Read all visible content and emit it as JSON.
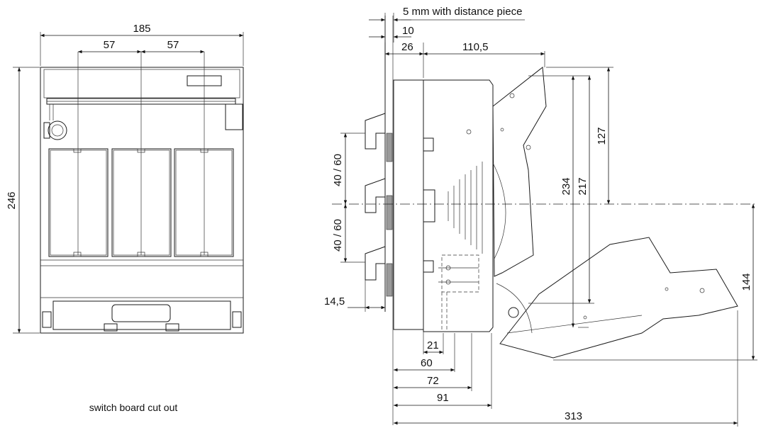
{
  "front_view": {
    "width_label": "185",
    "spacing_left_label": "57",
    "spacing_right_label": "57",
    "height_label": "246",
    "caption": "switch board cut out"
  },
  "side_view": {
    "distance_piece_label": "5 mm with distance piece",
    "dim_10": "10",
    "dim_26": "26",
    "dim_110_5": "110,5",
    "dim_40_60_top": "40 / 60",
    "dim_40_60_bottom": "40 / 60",
    "dim_14_5": "14,5",
    "dim_234": "234",
    "dim_217": "217",
    "dim_127": "127",
    "dim_144": "144",
    "dim_21": "21",
    "dim_60": "60",
    "dim_72": "72",
    "dim_91": "91",
    "dim_313": "313"
  }
}
